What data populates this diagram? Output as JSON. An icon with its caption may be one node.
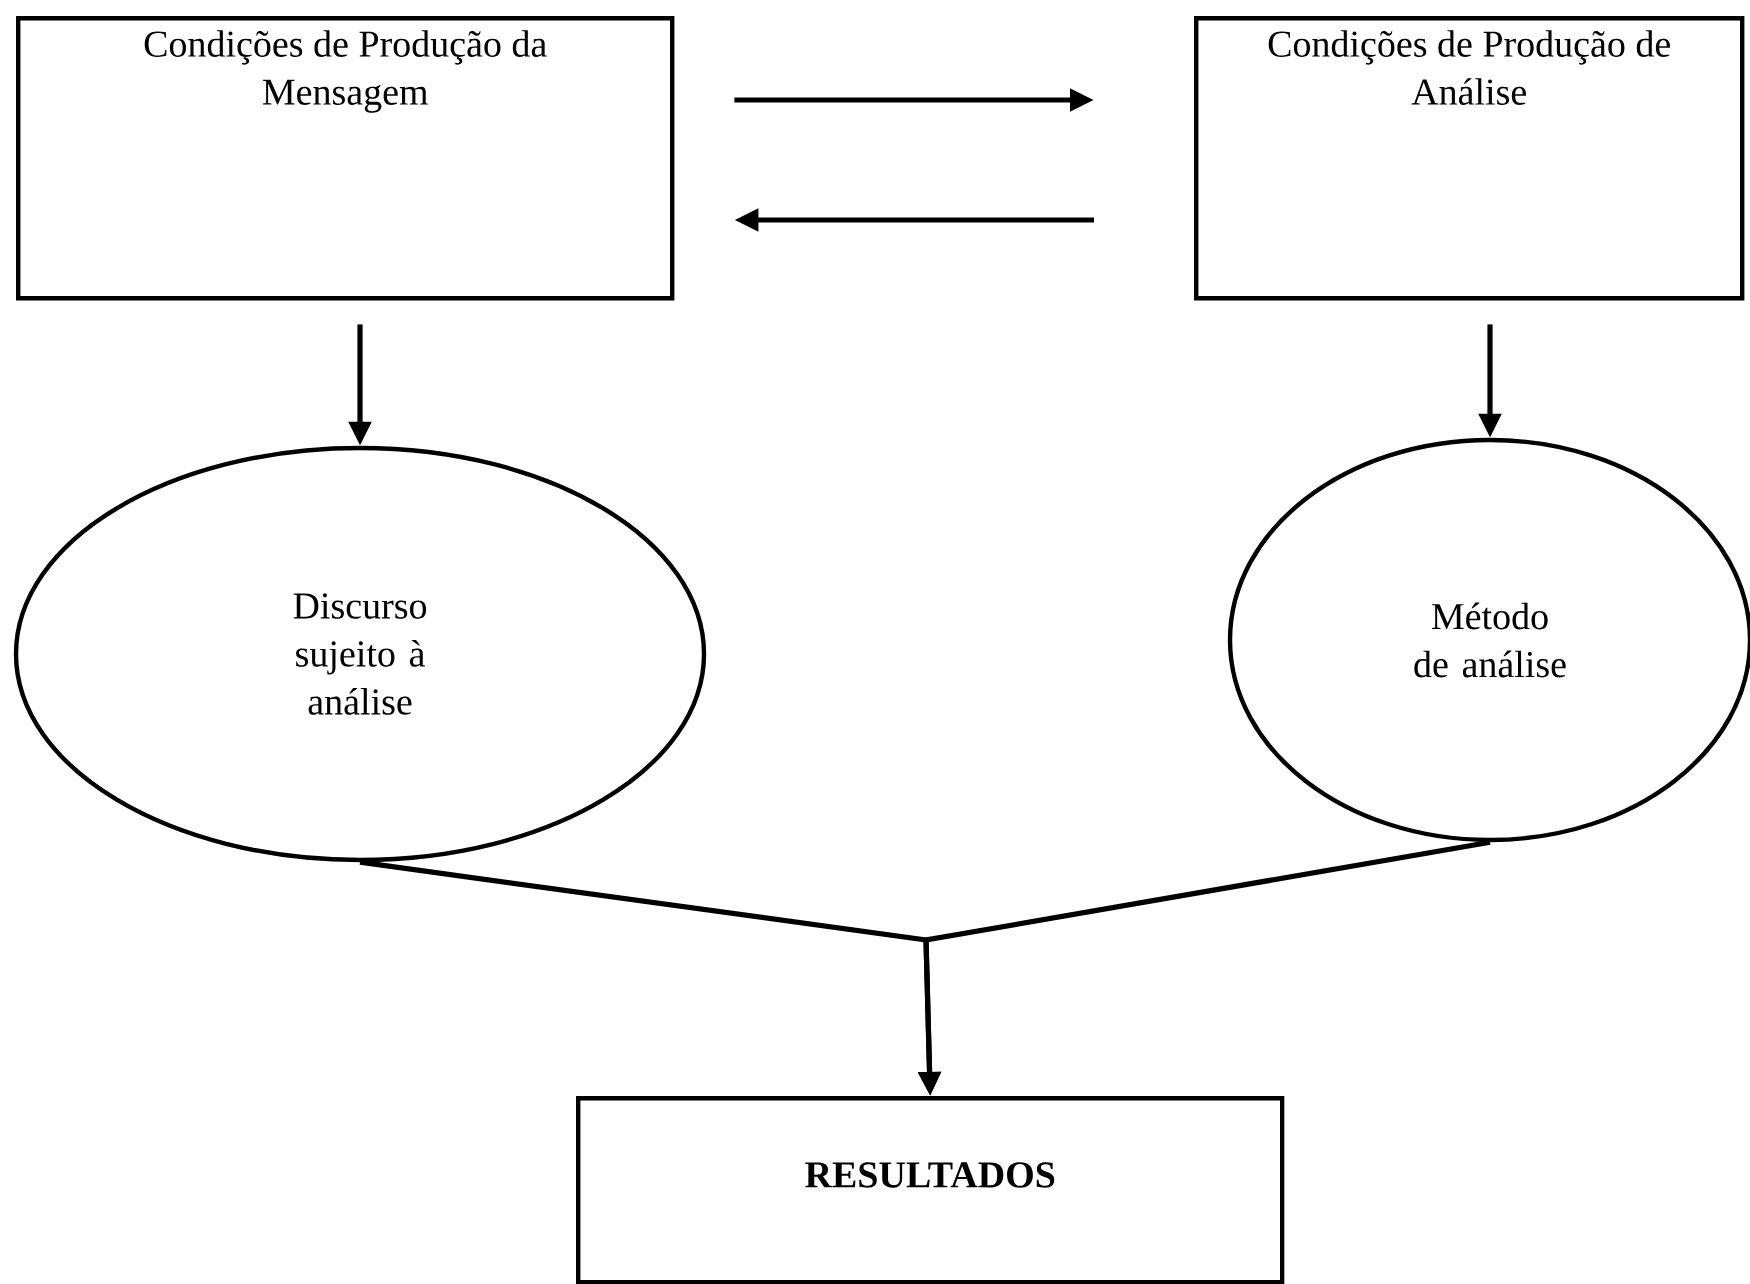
{
  "diagram": {
    "nodes": [
      {
        "text": [
          "Condições de Produção da Mensagem"
        ]
      },
      {
        "text": [
          "Condições de Produção de Análise"
        ]
      },
      {
        "text": [
          "Discurso sujeito à análise"
        ]
      },
      {
        "text": [
          "Método de análise"
        ]
      },
      {
        "text": [
          "**RESULTADOS**"
        ]
      }
    ],
    "edges": [
      {
        "from": 0,
        "to": 1,
        "arrow": "to"
      },
      {
        "from": 1,
        "to": 0,
        "arrow": "to"
      },
      {
        "from": 0,
        "to": 2,
        "arrow": "to"
      },
      {
        "from": 1,
        "to": 3,
        "arrow": "to"
      },
      {
        "from": 2,
        "to": 4,
        "arrow": "to"
      },
      {
        "from": 3,
        "to": 4,
        "arrow": "to"
      }
    ]
  }
}
